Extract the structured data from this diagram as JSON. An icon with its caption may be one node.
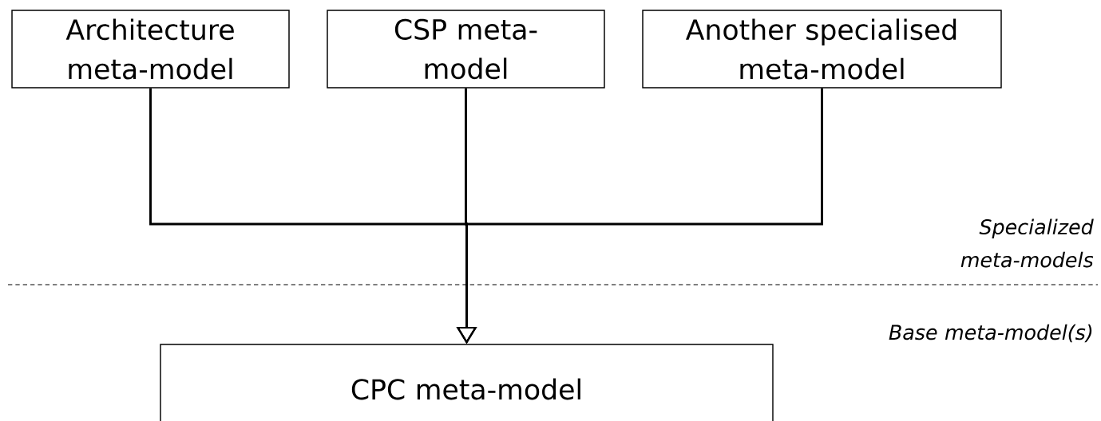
{
  "diagram": {
    "nodes": [
      {
        "text": [
          "Architecture meta-model"
        ]
      },
      {
        "text": [
          "CSP meta-model"
        ]
      },
      {
        "text": [
          "Another specialised meta-model"
        ]
      },
      {
        "text": [
          "CPC meta-model"
        ]
      }
    ],
    "edges": [
      {
        "from": 0,
        "to": 3,
        "arrow": "to"
      },
      {
        "from": 1,
        "to": 3,
        "arrow": "to"
      },
      {
        "from": 2,
        "to": 3,
        "arrow": "to"
      }
    ],
    "labels": [
      "Specialized meta-models",
      "Base meta-model(s)"
    ]
  }
}
